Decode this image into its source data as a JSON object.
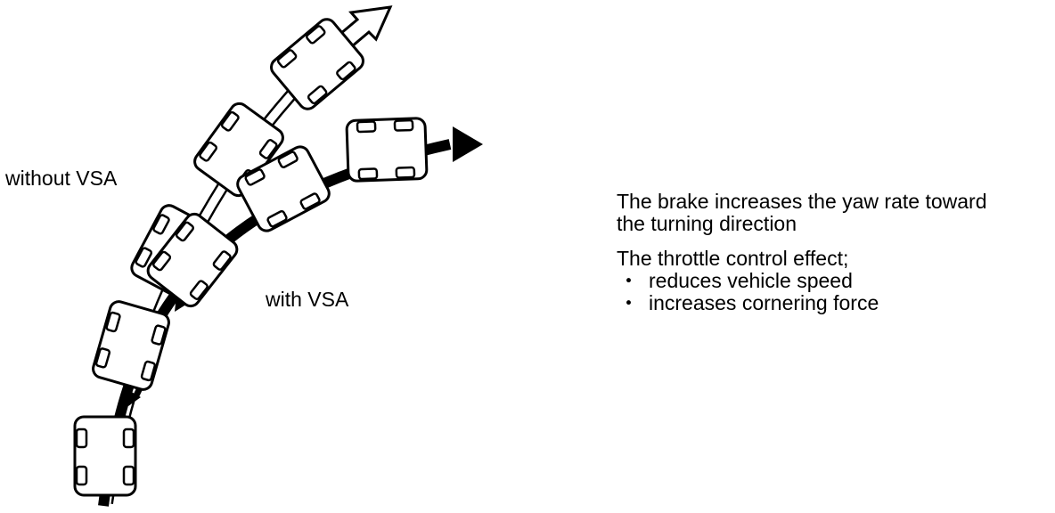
{
  "labels": {
    "without_vsa": "without VSA",
    "with_vsa": "with VSA"
  },
  "notes": {
    "brake_line1": "The brake increases the yaw rate toward",
    "brake_line2": "the turning direction",
    "throttle_heading": "The throttle control effect;",
    "bullet_symbol": "・",
    "bullets": [
      "reduces vehicle speed",
      "increases cornering force"
    ]
  },
  "colors": {
    "ink": "#000000",
    "paper": "#ffffff"
  },
  "icons": [
    "car-icon",
    "hollow-arrow-icon",
    "solid-arrow-icon",
    "brake-arrow-icon"
  ]
}
